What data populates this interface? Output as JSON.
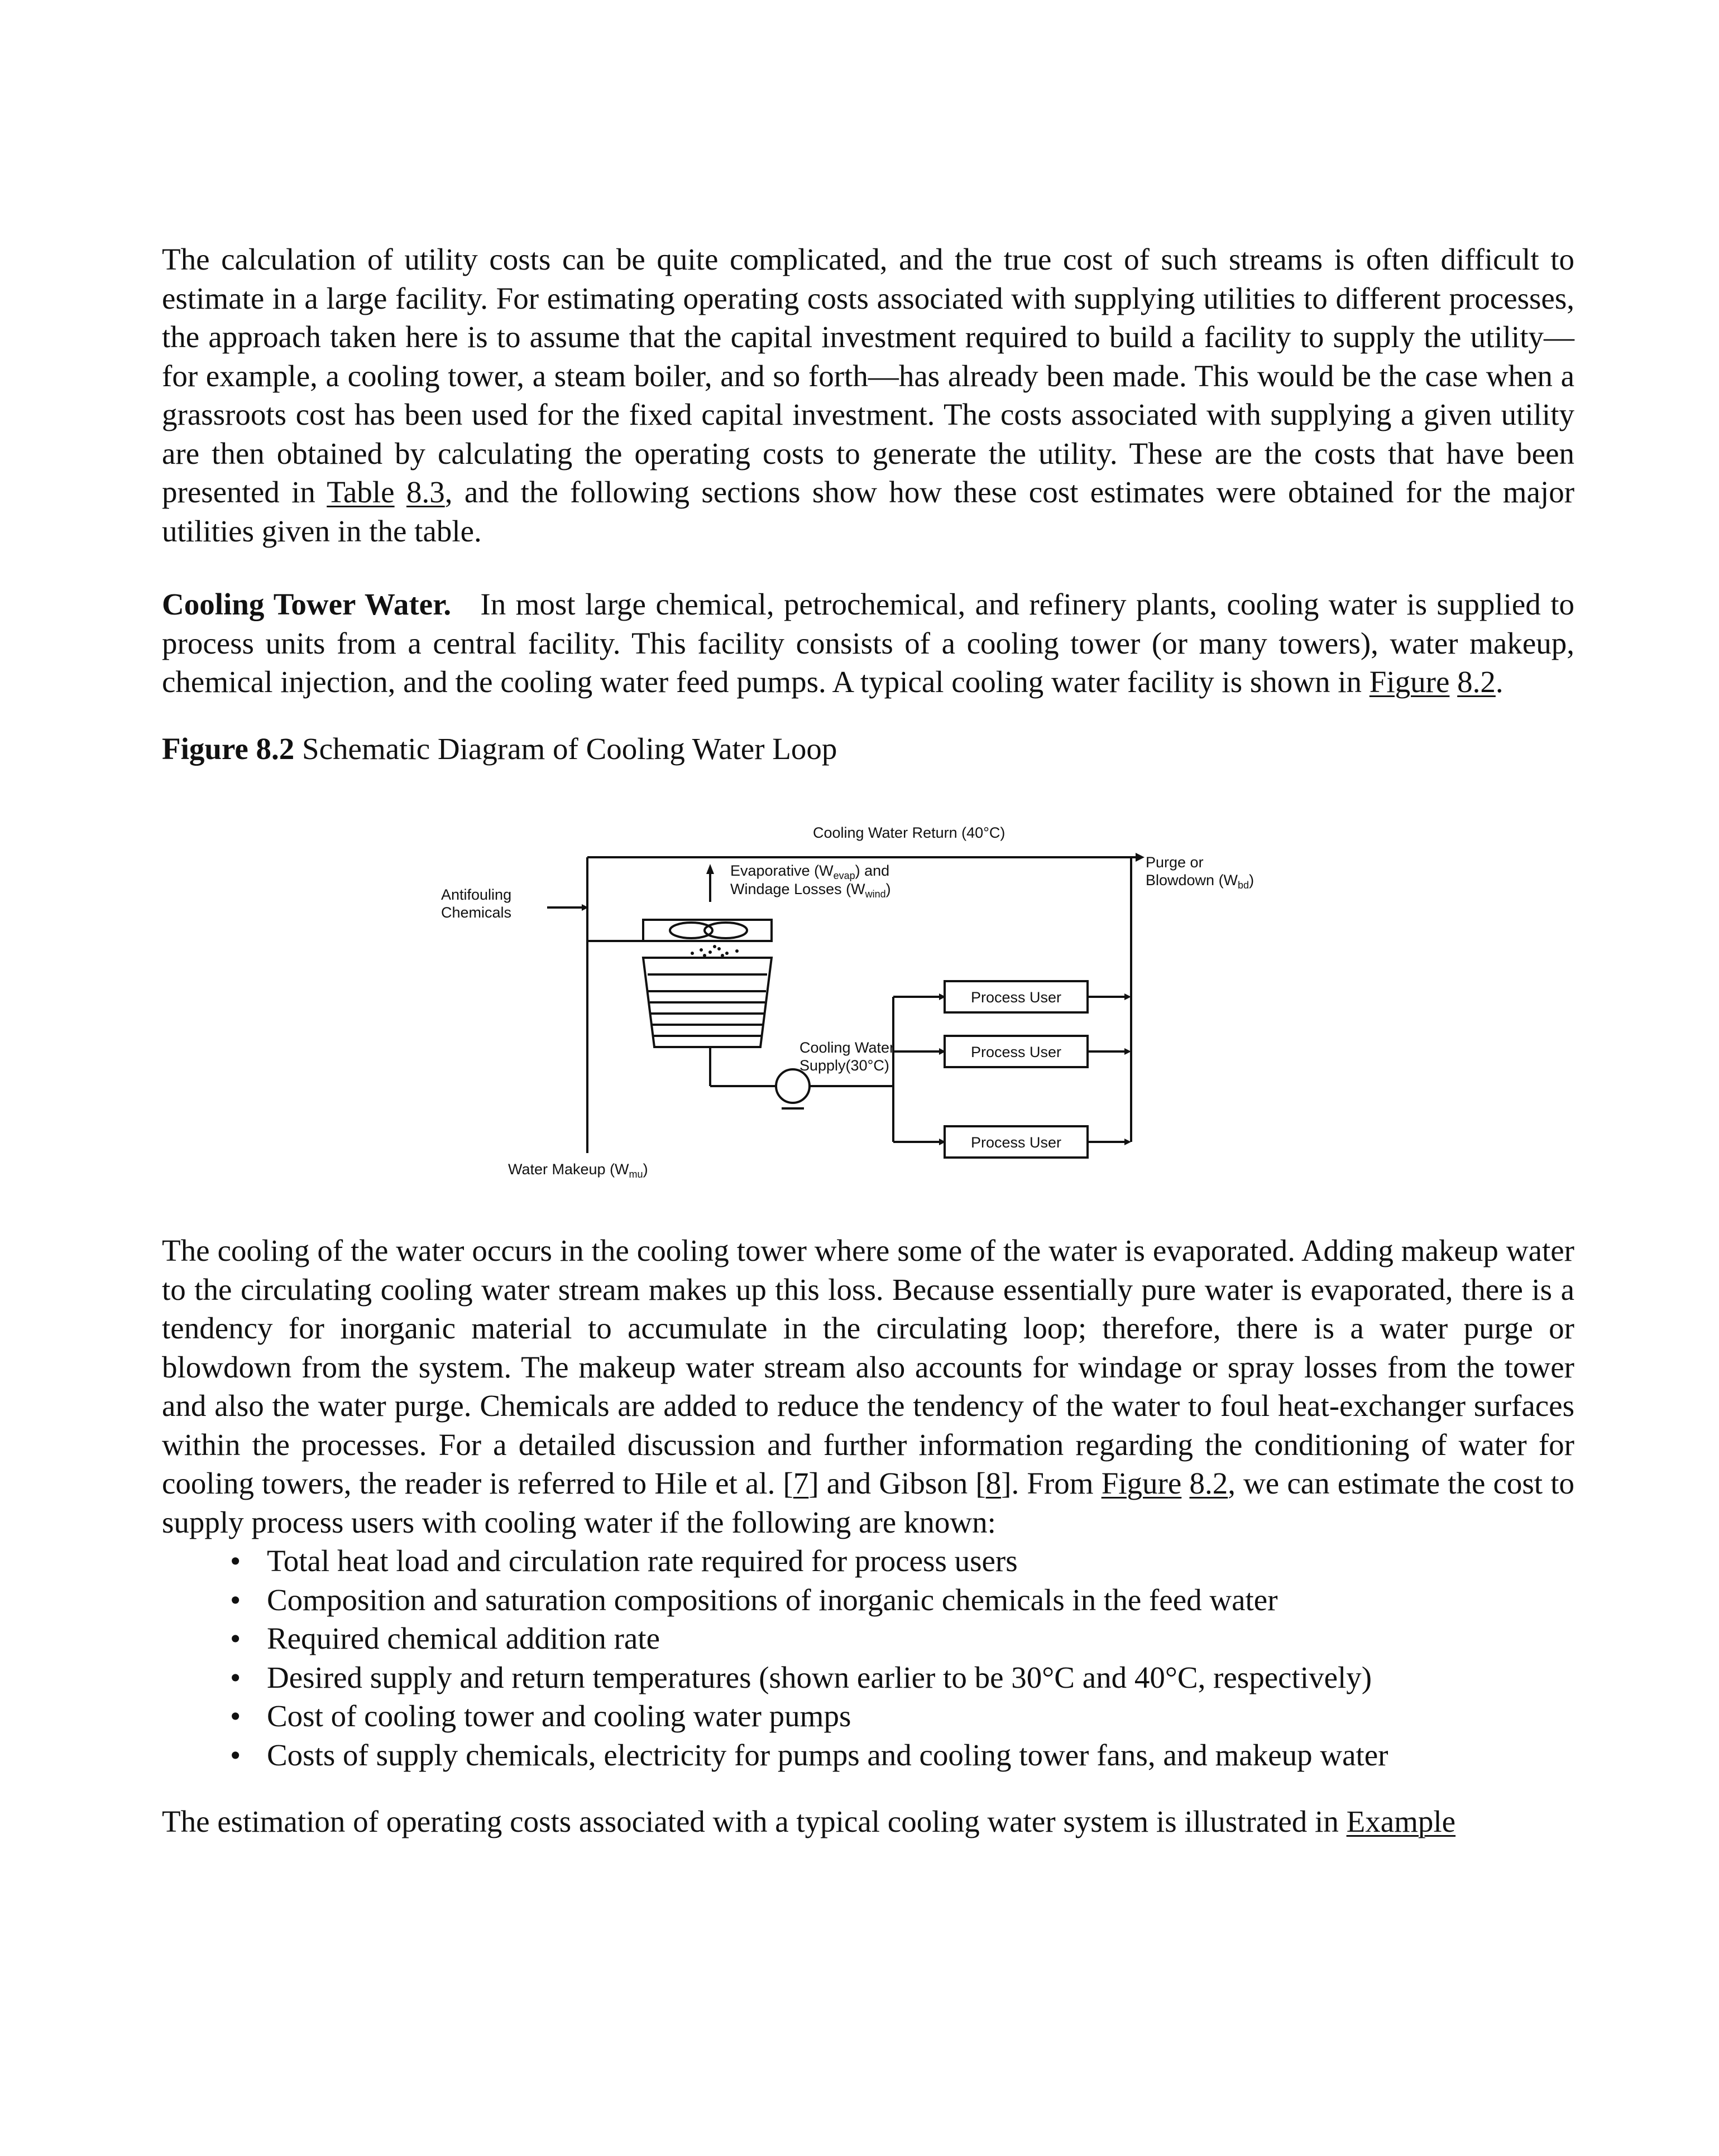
{
  "para1": {
    "text_before_link": "The calculation of utility costs can be quite complicated, and the true cost of such streams is often difficult to estimate in a large facility. For estimating operating costs associated with supplying utilities to different processes, the approach taken here is to assume that the capital investment required to build a facility to supply the utility—for example, a cooling tower, a steam boiler, and so forth—has already been made. This would be the case when a grassroots cost has been used for the fixed capital investment. The costs associated with supplying a given utility are then obtained by calculating the operating costs to generate the utility. These are the costs that have been presented in ",
    "link_table": "Table",
    "link_table_num": "8.3",
    "text_after_link": ", and the following sections show how these cost estimates were obtained for the major utilities given in the table."
  },
  "para2": {
    "heading": "Cooling Tower Water.",
    "text_before_link": "In most large chemical, petrochemical, and refinery plants, cooling water is supplied to process units from a central facility. This facility consists of a cooling tower (or many towers), water makeup, chemical injection, and the cooling water feed pumps. A typical cooling water facility is shown in ",
    "link_figure": "Figure",
    "link_figure_num": "8.2",
    "text_after_link": "."
  },
  "figure": {
    "label": "Figure 8.2",
    "caption": "Schematic Diagram of Cooling Water Loop",
    "labels": {
      "return": "Cooling Water Return (40°C)",
      "evap_line1": "Evaporative (W",
      "evap_sub": "evap",
      "evap_line1_end": ") and",
      "evap_line2": "Windage Losses (W",
      "evap_sub2": "wind",
      "evap_line2_end": ")",
      "purge_line1": "Purge or",
      "purge_line2": "Blowdown (W",
      "purge_sub": "bd",
      "purge_end": ")",
      "antifouling_line1": "Antifouling",
      "antifouling_line2": "Chemicals",
      "supply_line1": "Cooling Water",
      "supply_line2": "Supply(30°C)",
      "process_user_1": "Process User",
      "process_user_2": "Process User",
      "process_user_3": "Process User",
      "makeup": "Water Makeup  (W",
      "makeup_sub": "mu",
      "makeup_end": ")"
    }
  },
  "para3": {
    "text_before_ref7": "The cooling of the water occurs in the cooling tower where some of the water is evaporated. Adding makeup water to the circulating cooling water stream makes up this loss. Because essentially pure water is evaporated, there is a tendency for inorganic material to accumulate in the circulating loop; therefore, there is a water purge or blowdown from the system. The makeup water stream also accounts for windage or spray losses from the tower and also the water purge. Chemicals are added to reduce the tendency of the water to foul heat-exchanger surfaces within the processes. For a detailed discussion and further information regarding the conditioning of water for cooling towers, the reader is referred to Hile et al. [",
    "ref7": "7",
    "text_mid": "] and Gibson [",
    "ref8": "8",
    "text_before_fig": "]. From ",
    "link_figure": "Figure",
    "link_figure_num": "8.2",
    "text_after_fig": ", we can estimate the cost to supply process users with cooling water if the following are known:"
  },
  "bullets": [
    "Total heat load and circulation rate required for process users",
    "Composition and saturation compositions of inorganic chemicals in the feed water",
    "Required chemical addition rate",
    "Desired supply and return temperatures (shown earlier to be 30°C and 40°C, respectively)",
    "Cost of cooling tower and cooling water pumps",
    "Costs of supply chemicals, electricity for pumps and cooling tower fans, and makeup water"
  ],
  "para4": {
    "text_before_link": "The estimation of operating costs associated with a typical cooling water system is illustrated in ",
    "link_example": "Example"
  }
}
